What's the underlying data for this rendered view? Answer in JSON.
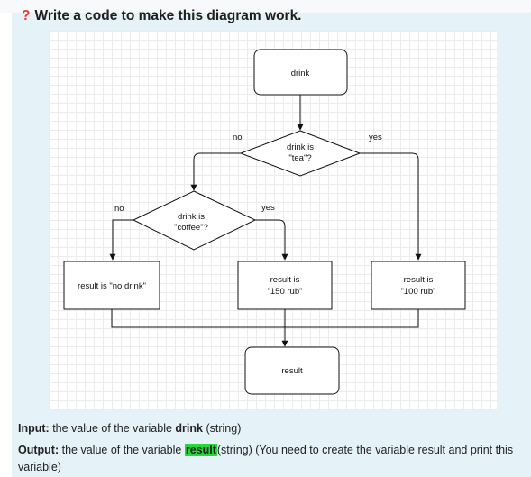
{
  "task": {
    "title": "Write a code to make this diagram work.",
    "title_icon": "question-icon"
  },
  "diagram": {
    "start_label": "drink",
    "decision_tea": [
      "drink is",
      "\"tea\"?"
    ],
    "decision_coffee": [
      "drink is",
      "\"coffee\"?"
    ],
    "yes_label": "yes",
    "no_label": "no",
    "result_no_drink": "result is \"no drink\"",
    "result_150": [
      "result is",
      "\"150 rub\""
    ],
    "result_100": [
      "result is",
      "\"100 rub\""
    ],
    "end_label": "result"
  },
  "input": {
    "label": "Input:",
    "text_before": "the value of the variable",
    "variable": "drink",
    "text_after": "(string)"
  },
  "output": {
    "label": "Output:",
    "text_before": "the value of the variable",
    "variable": "result",
    "text_after": "(string) (You need to create the variable result and print this variable)"
  },
  "colors": {
    "panel": "#e5f2f7",
    "highlight": "#27d83a",
    "question_icon": "#e53935"
  }
}
